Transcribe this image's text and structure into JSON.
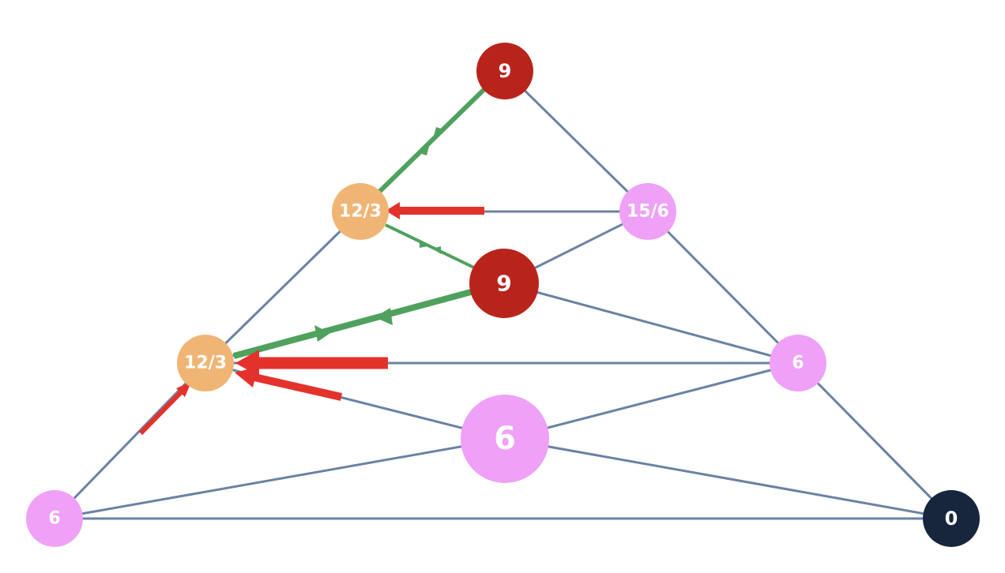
{
  "colors": {
    "edge": "#6a82a3",
    "green_arrow": "#4fa15e",
    "red_arrow": "#e3322b",
    "node_red": "#b8241c",
    "node_orange": "#f0b575",
    "node_pink": "#eea1f6",
    "node_navy": "#17253d",
    "label": "#ffffff"
  },
  "nodes": [
    {
      "id": "top",
      "label": "9",
      "color": "node_red"
    },
    {
      "id": "left-mid",
      "label": "12/3",
      "color": "node_orange"
    },
    {
      "id": "right-mid",
      "label": "15/6",
      "color": "node_pink"
    },
    {
      "id": "center",
      "label": "9",
      "color": "node_red"
    },
    {
      "id": "left-low",
      "label": "12/3",
      "color": "node_orange"
    },
    {
      "id": "right-low",
      "label": "6",
      "color": "node_pink"
    },
    {
      "id": "bottom-center",
      "label": "6",
      "color": "node_pink"
    },
    {
      "id": "bottom-left",
      "label": "6",
      "color": "node_pink"
    },
    {
      "id": "bottom-right",
      "label": "0",
      "color": "node_navy"
    }
  ]
}
